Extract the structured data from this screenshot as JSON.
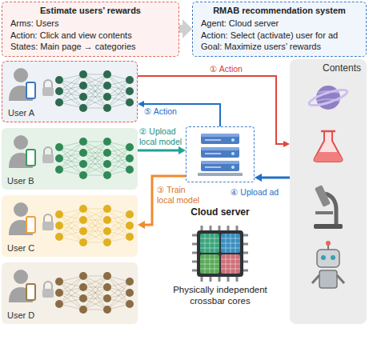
{
  "diagram": {
    "nodes": [
      {
        "text": [
          "Estimate users’ rewards",
          "Arms: Users",
          "Action: Click and view contents",
          "States: Main page → categories"
        ]
      },
      {
        "text": [
          "RMAB recommendation system",
          "Agent: Cloud server",
          "Action: Select (activate) user for ad",
          "Goal: Maximize users’ rewards"
        ]
      },
      {
        "text": [
          "User A"
        ]
      },
      {
        "text": [
          "User B"
        ]
      },
      {
        "text": [
          "User C"
        ]
      },
      {
        "text": [
          "User D"
        ]
      },
      {
        "text": [
          "Cloud server"
        ]
      },
      {
        "text": [
          "Contents"
        ]
      }
    ],
    "edges": [
      {
        "from": 0,
        "to": 1,
        "arrow": "to"
      },
      {
        "from": 2,
        "to": 7,
        "label": "① Action",
        "arrow": "to"
      },
      {
        "from": 3,
        "to": 6,
        "label": "② Upload local model",
        "arrow": "to"
      },
      {
        "from": 6,
        "to": 4,
        "label": "③ Train local model",
        "arrow": "to"
      },
      {
        "from": 7,
        "to": 6,
        "label": "④ Upload ad",
        "arrow": "to"
      },
      {
        "from": 6,
        "to": 2,
        "label": "⑤ Action",
        "arrow": "to"
      }
    ],
    "labels": [
      "Physically independent crossbar cores"
    ]
  }
}
